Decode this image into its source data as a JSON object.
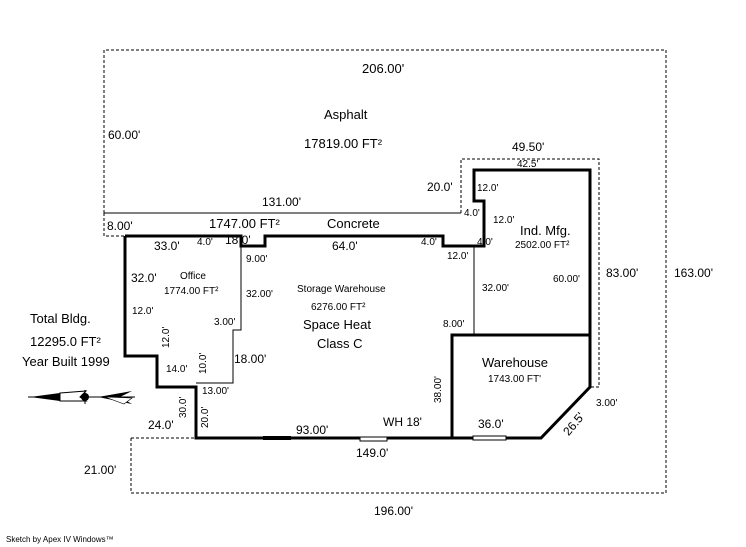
{
  "colors": {
    "line": "#000000",
    "background": "#ffffff"
  },
  "areas": {
    "asphalt": {
      "name": "Asphalt",
      "area": "17819.00 FT²"
    },
    "concrete": {
      "name": "Concrete",
      "area": "1747.00 FT²"
    },
    "office": {
      "name": "Office",
      "area": "1774.00 FT²"
    },
    "storage": {
      "name": "Storage Warehouse",
      "area": "6276.00 FT²",
      "heat": "Space Heat",
      "class": "Class C"
    },
    "ind_mfg": {
      "name": "Ind. Mfg.",
      "area": "2502.00 FT²"
    },
    "warehouse": {
      "name": "Warehouse",
      "area": "1743.00 FT'"
    }
  },
  "summary": {
    "title": "Total Bldg.",
    "area": "12295.0 FT²",
    "year_built": "Year Built 1999"
  },
  "dimensions": {
    "top_206": "206.00'",
    "left_60": "60.00'",
    "d_131": "131.00'",
    "d_20": "20.0'",
    "d_49_5": "49.50'",
    "d_42_5": "42.5'",
    "d_8": "8.00'",
    "d_33": "33.0'",
    "d_4a": "4.0'",
    "d_18a": "18.0'",
    "d_64": "64.0'",
    "d_4b": "4.0'",
    "d_4c": "4.0'",
    "d_4d": "4.0'",
    "d_12a": "12.0'",
    "d_12b": "12.0'",
    "d_12c": "12.0'",
    "d_9": "9.00'",
    "d_32a": "32.0'",
    "d_32b": "32.00'",
    "d_32c": "32.00'",
    "d_12d": "12.0'",
    "d_12e": "12.0'",
    "d_3a": "3.00'",
    "d_18b": "18.00'",
    "d_14": "14.0'",
    "d_10": "10.0'",
    "d_13": "13.00'",
    "d_30": "30.0'",
    "d_20b": "20.0'",
    "d_24": "24.0'",
    "d_60": "60.00'",
    "d_83": "83.00'",
    "d_163": "163.00'",
    "d_8b": "8.00'",
    "d_38": "38.00'",
    "d_93": "93.00'",
    "wh18": "WH 18'",
    "d_36": "36.0'",
    "d_26_5": "26.5'",
    "d_3b": "3.00'",
    "d_149": "149.0'",
    "d_21": "21.00'",
    "d_196": "196.00'"
  },
  "credit": "Sketch by Apex IV Windows™"
}
